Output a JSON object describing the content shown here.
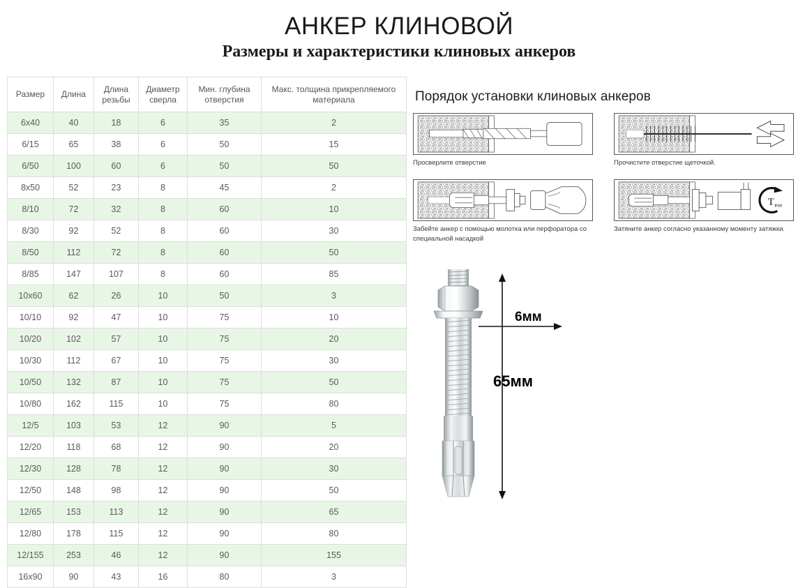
{
  "page": {
    "title_main": "АНКЕР КЛИНОВОЙ",
    "title_sub": "Размеры и характеристики клиновых анкеров"
  },
  "table": {
    "headers": [
      "Размер",
      "Длина",
      "Длина резьбы",
      "Диаметр сверла",
      "Мин. глубина отверстия",
      "Макс. толщина прикрепляемого материала"
    ],
    "rows": [
      [
        "6x40",
        "40",
        "18",
        "6",
        "35",
        "2"
      ],
      [
        "6/15",
        "65",
        "38",
        "6",
        "50",
        "15"
      ],
      [
        "6/50",
        "100",
        "60",
        "6",
        "50",
        "50"
      ],
      [
        "8x50",
        "52",
        "23",
        "8",
        "45",
        "2"
      ],
      [
        "8/10",
        "72",
        "32",
        "8",
        "60",
        "10"
      ],
      [
        "8/30",
        "92",
        "52",
        "8",
        "60",
        "30"
      ],
      [
        "8/50",
        "112",
        "72",
        "8",
        "60",
        "50"
      ],
      [
        "8/85",
        "147",
        "107",
        "8",
        "60",
        "85"
      ],
      [
        "10x60",
        "62",
        "26",
        "10",
        "50",
        "3"
      ],
      [
        "10/10",
        "92",
        "47",
        "10",
        "75",
        "10"
      ],
      [
        "10/20",
        "102",
        "57",
        "10",
        "75",
        "20"
      ],
      [
        "10/30",
        "112",
        "67",
        "10",
        "75",
        "30"
      ],
      [
        "10/50",
        "132",
        "87",
        "10",
        "75",
        "50"
      ],
      [
        "10/80",
        "162",
        "115",
        "10",
        "75",
        "80"
      ],
      [
        "12/5",
        "103",
        "53",
        "12",
        "90",
        "5"
      ],
      [
        "12/20",
        "118",
        "68",
        "12",
        "90",
        "20"
      ],
      [
        "12/30",
        "128",
        "78",
        "12",
        "90",
        "30"
      ],
      [
        "12/50",
        "148",
        "98",
        "12",
        "90",
        "50"
      ],
      [
        "12/65",
        "153",
        "113",
        "12",
        "90",
        "65"
      ],
      [
        "12/80",
        "178",
        "115",
        "12",
        "90",
        "80"
      ],
      [
        "12/155",
        "253",
        "46",
        "12",
        "90",
        "155"
      ],
      [
        "16x90",
        "90",
        "43",
        "16",
        "80",
        "3"
      ]
    ]
  },
  "install": {
    "heading": "Порядок установки клиновых анкеров",
    "steps": [
      {
        "caption": "Просверлите отверстие",
        "icon": "drill-bit-icon"
      },
      {
        "caption": "Прочистите отверстие щеточкой.",
        "icon": "wire-brush-icon"
      },
      {
        "caption": "Забейте анкер с помощью молотка или перфоратора со специальной насадкой",
        "icon": "hammer-icon"
      },
      {
        "caption": "Затяните анкер согласно указанному моменту затяжки.",
        "icon": "torque-wrench-icon"
      }
    ],
    "torque_symbol": "T",
    "torque_subscript": "inst"
  },
  "product": {
    "diameter_label": "6мм",
    "length_label": "65мм"
  },
  "colors": {
    "row_green": "#e8f6e6",
    "border": "#dddddd",
    "text": "#555555"
  }
}
